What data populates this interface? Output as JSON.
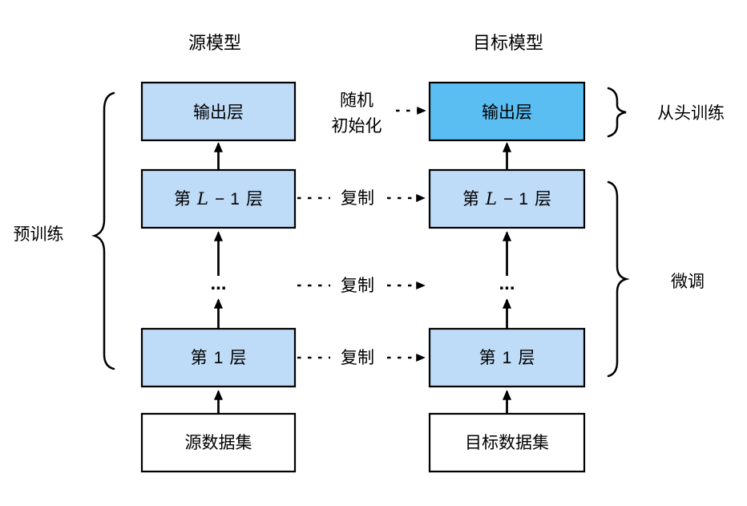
{
  "diagram": {
    "source_title": "源模型",
    "target_title": "目标模型",
    "boxes": {
      "output_layer": "输出层",
      "layer_l": {
        "prefix": "第",
        "var": "L",
        "minus": "−",
        "num": "1",
        "suffix": "层"
      },
      "layer_1": {
        "prefix": "第",
        "num": "1",
        "suffix": "层"
      },
      "ellipsis": "...",
      "source_dataset": "源数据集",
      "target_dataset": "目标数据集"
    },
    "labels": {
      "pretrain": "预训练",
      "random_init_line1": "随机",
      "random_init_line2": "初始化",
      "copy": "复制",
      "train_from_scratch": "从头训练",
      "finetune": "微调"
    },
    "colors": {
      "pretrained_fill": "#bedbf7",
      "random_init_fill": "#5abef3",
      "dataset_fill": "#ffffff",
      "line": "#000000"
    }
  }
}
